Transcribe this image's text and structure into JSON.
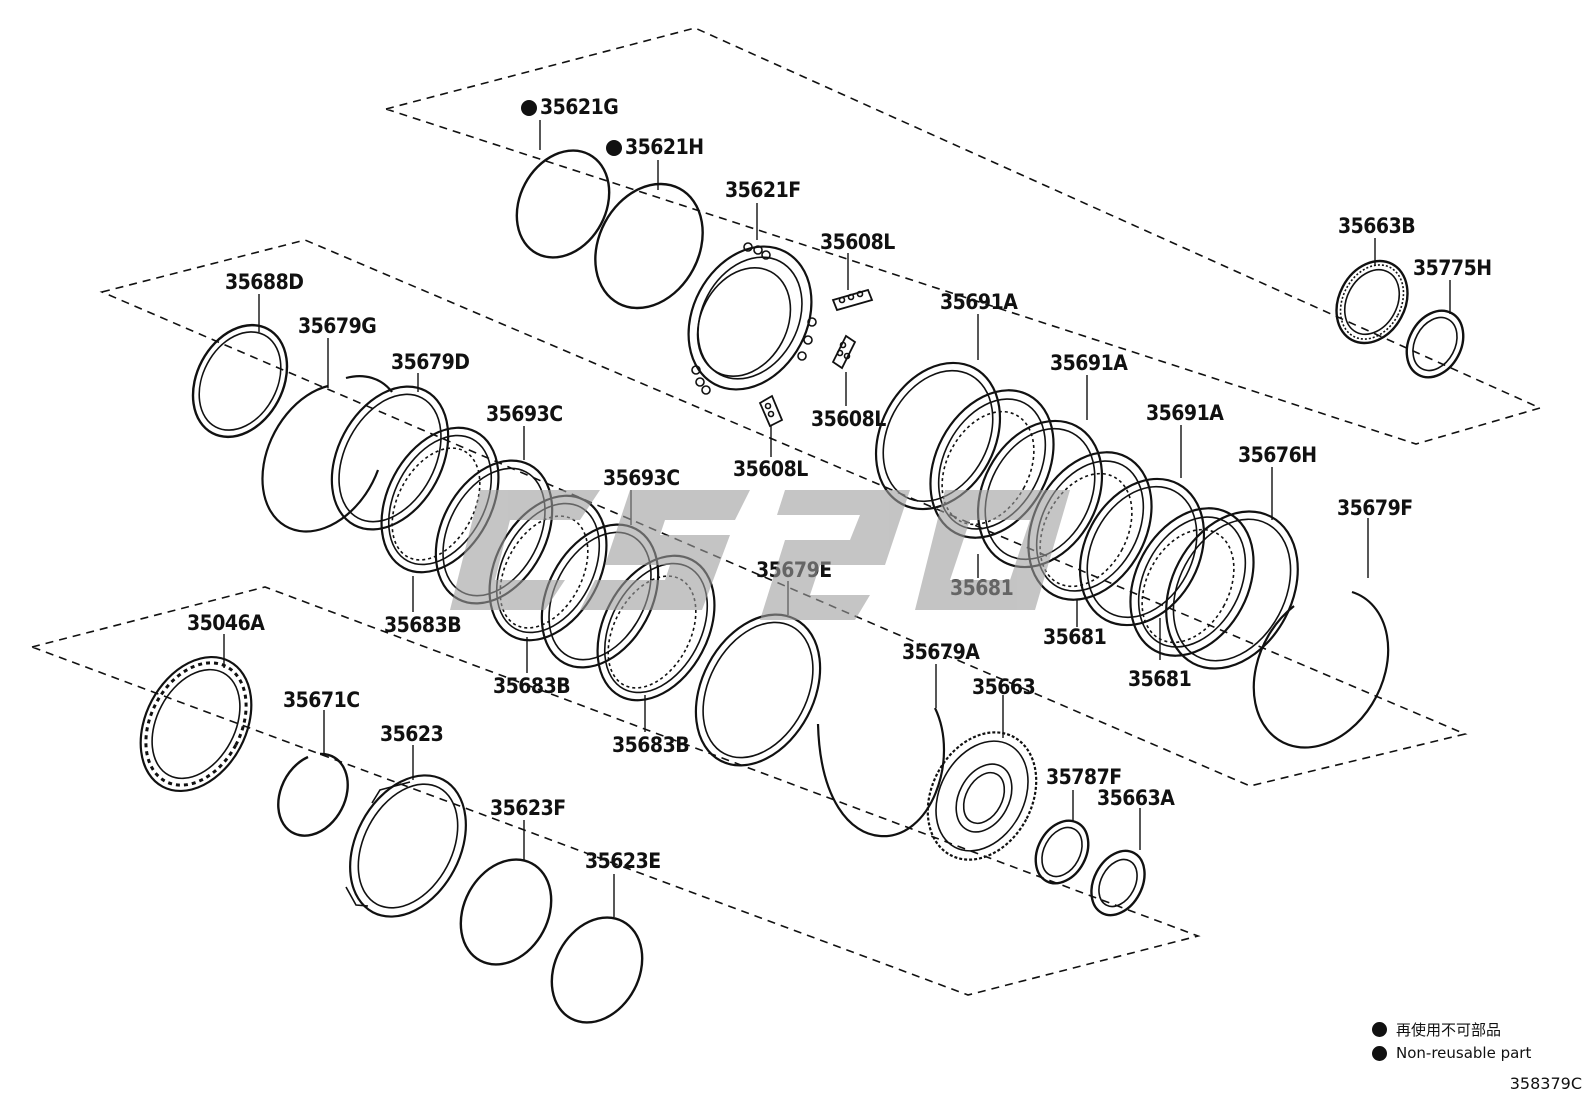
{
  "diagram_code": "358379C",
  "legend": {
    "items": [
      {
        "text": "再使用不可部品"
      },
      {
        "text": "Non-reusable part"
      }
    ]
  },
  "parts": [
    {
      "id": "p1",
      "label": "35621G",
      "non_reusable": true
    },
    {
      "id": "p2",
      "label": "35621H",
      "non_reusable": true
    },
    {
      "id": "p3",
      "label": "35621F"
    },
    {
      "id": "p4",
      "label": "35608L"
    },
    {
      "id": "p5",
      "label": "35608L"
    },
    {
      "id": "p6",
      "label": "35608L"
    },
    {
      "id": "p7",
      "label": "35663B"
    },
    {
      "id": "p8",
      "label": "35775H"
    },
    {
      "id": "p9",
      "label": "35688D"
    },
    {
      "id": "p10",
      "label": "35679G"
    },
    {
      "id": "p11",
      "label": "35679D"
    },
    {
      "id": "p12",
      "label": "35693C"
    },
    {
      "id": "p13",
      "label": "35693C"
    },
    {
      "id": "p14",
      "label": "35683B"
    },
    {
      "id": "p15",
      "label": "35683B"
    },
    {
      "id": "p16",
      "label": "35683B"
    },
    {
      "id": "p17",
      "label": "35679E"
    },
    {
      "id": "p18",
      "label": "35691A"
    },
    {
      "id": "p19",
      "label": "35691A"
    },
    {
      "id": "p20",
      "label": "35691A"
    },
    {
      "id": "p21",
      "label": "35681"
    },
    {
      "id": "p22",
      "label": "35681"
    },
    {
      "id": "p23",
      "label": "35681"
    },
    {
      "id": "p24",
      "label": "35676H"
    },
    {
      "id": "p25",
      "label": "35679F"
    },
    {
      "id": "p26",
      "label": "35046A"
    },
    {
      "id": "p27",
      "label": "35671C"
    },
    {
      "id": "p28",
      "label": "35623"
    },
    {
      "id": "p29",
      "label": "35623F"
    },
    {
      "id": "p30",
      "label": "35623E"
    },
    {
      "id": "p31",
      "label": "35679A"
    },
    {
      "id": "p32",
      "label": "35663"
    },
    {
      "id": "p33",
      "label": "35787F"
    },
    {
      "id": "p34",
      "label": "35663A"
    }
  ]
}
